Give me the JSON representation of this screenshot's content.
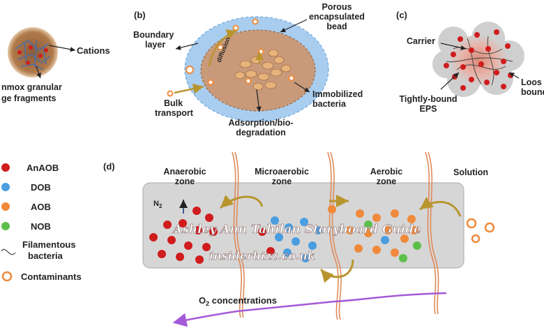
{
  "panel_a": {
    "label_cations": "Cations",
    "label_granular_line1": "nmox granular",
    "label_granular_line2": "ge fragments"
  },
  "panel_b": {
    "tag": "(b)",
    "porous_line1": "Porous",
    "porous_line2": "encapsulated",
    "porous_line3": "bead",
    "boundary_line1": "Boundary",
    "boundary_line2": "layer",
    "diffusion": "diffusion",
    "bulk_line1": "Bulk",
    "bulk_line2": "transport",
    "immobilized_line1": "Immobilized",
    "immobilized_line2": "bacteria",
    "adsorption_line1": "Adsorption/bio-",
    "adsorption_line2": "degradation"
  },
  "panel_c": {
    "tag": "(c)",
    "carrier": "Carrier",
    "loose_line1": "Loos",
    "loose_line2": "bound",
    "tight_line1": "Tightly-bound",
    "tight_line2": "EPS"
  },
  "legend": {
    "items": [
      {
        "label": "AnAOB",
        "color": "#d01c1c",
        "kind": "dot"
      },
      {
        "label": "DOB",
        "color": "#4a9ee0",
        "kind": "dot"
      },
      {
        "label": "AOB",
        "color": "#f08a3a",
        "kind": "dot"
      },
      {
        "label": "NOB",
        "color": "#5cbf4a",
        "kind": "dot"
      }
    ],
    "filamentous_line1": "Filamentous",
    "filamentous_line2": "bacteria",
    "contaminants": "Contaminants"
  },
  "panel_d": {
    "tag": "(d)",
    "anaerobic_line1": "Anaerobic",
    "anaerobic_line2": "zone",
    "microaerobic_line1": "Microaerobic",
    "microaerobic_line2": "zone",
    "aerobic_line1": "Aerobic",
    "aerobic_line2": "zone",
    "solution": "Solution",
    "n2": "N",
    "n2_sub": "2",
    "o2_prefix": "O",
    "o2_sub": "2",
    "o2_suffix": " concentrations"
  },
  "watermark": {
    "line1": "Ashley Ann Tahilan Storyboard Guide",
    "line2": "insiderbizz.co.uk"
  },
  "colors": {
    "anaob": "#d01c1c",
    "dob": "#4a9ee0",
    "aob": "#f08a3a",
    "nob": "#5cbf4a",
    "filament": "#e08a5a",
    "arrow_gold": "#b8952e",
    "bead_blue": "#a9cdee",
    "bead_core": "#c89a7a",
    "o2_line": "#a45ad8"
  }
}
